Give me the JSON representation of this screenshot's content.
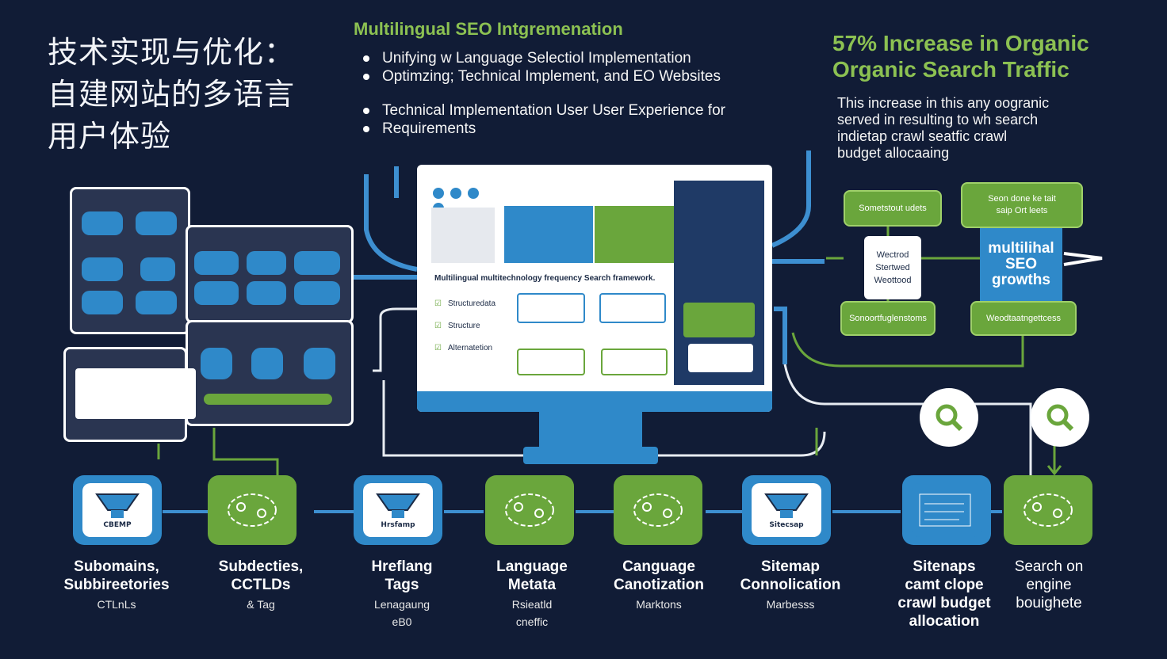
{
  "title_cn": [
    "技术实现与优化：",
    "自建网站的多语言",
    "用户体验"
  ],
  "center": {
    "heading": "Multilingual SEO Intgremenation",
    "bullets": [
      "Unifying w Language Selectiol Implementation",
      "Optimzing; Technical Implement, and EO Websites",
      "Technical Implementation User User Experience for",
      "Requirements"
    ]
  },
  "stat": {
    "heading_lines": [
      "57% Increase in Organic",
      "Organic Search Traffic"
    ],
    "body_lines": [
      "This increase in this any oogranic",
      "served in resulting to wh search",
      "indietap crawl seatfic crawl",
      "budget allocaaing"
    ]
  },
  "monitor": {
    "screen_title": "Multilingual multitechnology frequency Search framework.",
    "checklist": [
      "Structuredata",
      "Structure",
      "Alternatetion"
    ]
  },
  "right_diagram": {
    "top_left_box": "Sometstout udets",
    "top_right_box": [
      "Seon done ke tait",
      "saip Ort leets"
    ],
    "center_box": [
      "Wectrod",
      "Stertwed",
      "Weottood"
    ],
    "growth": [
      "multilihal",
      "SEO",
      "growths"
    ],
    "bottom_left_box": "Sonoortfuglenstoms",
    "bottom_right_box": "Weodtaatngettcess"
  },
  "steps": [
    {
      "title": [
        "Subomains,",
        "Subbireetories"
      ],
      "sub": [
        "CTLnLs"
      ],
      "icon_label": "CBEMP",
      "color": "blue"
    },
    {
      "title": [
        "Subdecties,",
        "CCTLDs"
      ],
      "sub": [
        "& Tag"
      ],
      "icon_label": "",
      "color": "green"
    },
    {
      "title": [
        "Hreflang",
        "Tags"
      ],
      "sub": [
        "Lenagaung",
        "eB0"
      ],
      "icon_label": "Hrsfamp",
      "color": "blue"
    },
    {
      "title": [
        "Language",
        "Metata"
      ],
      "sub": [
        "Rsieatld",
        "cneffic"
      ],
      "icon_label": "",
      "color": "green"
    },
    {
      "title": [
        "Canguage",
        "Canotization"
      ],
      "sub": [
        "Marktons"
      ],
      "icon_label": "",
      "color": "green"
    },
    {
      "title": [
        "Sitemap",
        "Connolication"
      ],
      "sub": [
        "Marbesss"
      ],
      "icon_label": "Sitecsap",
      "color": "blue"
    },
    {
      "title": [
        "Sitenaps",
        "camt clope",
        "crawl budget",
        "allocation"
      ],
      "sub": [],
      "icon_label": "",
      "color": "blue"
    },
    {
      "title": [
        "Search on",
        "engine",
        "bouighete"
      ],
      "sub": [],
      "icon_label": "",
      "color": "green"
    }
  ],
  "colors": {
    "background": "#111c36",
    "accent_green": "#6aa63c",
    "accent_blue": "#2f89c9",
    "heading_green": "#8cc152"
  }
}
